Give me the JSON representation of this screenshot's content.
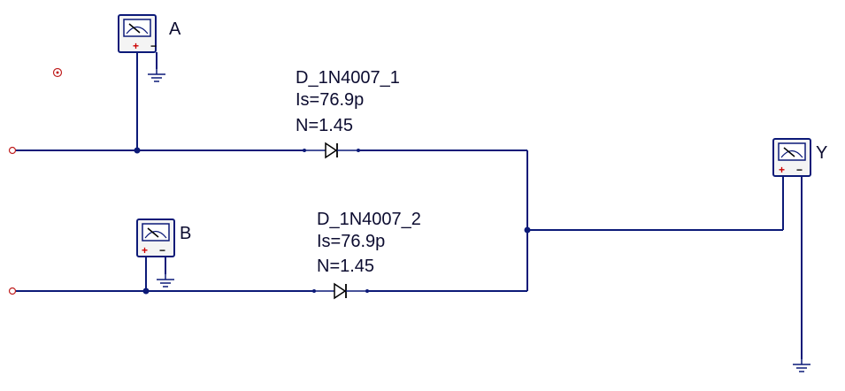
{
  "meters": {
    "a": {
      "label": "A"
    },
    "b": {
      "label": "B"
    },
    "y": {
      "label": "Y"
    }
  },
  "diodes": {
    "d1": {
      "name": "D_1N4007_1",
      "is": "Is=76.9p",
      "n": "N=1.45"
    },
    "d2": {
      "name": "D_1N4007_2",
      "is": "Is=76.9p",
      "n": "N=1.45"
    }
  },
  "meter_signs": {
    "plus": "+",
    "minus": "−"
  }
}
